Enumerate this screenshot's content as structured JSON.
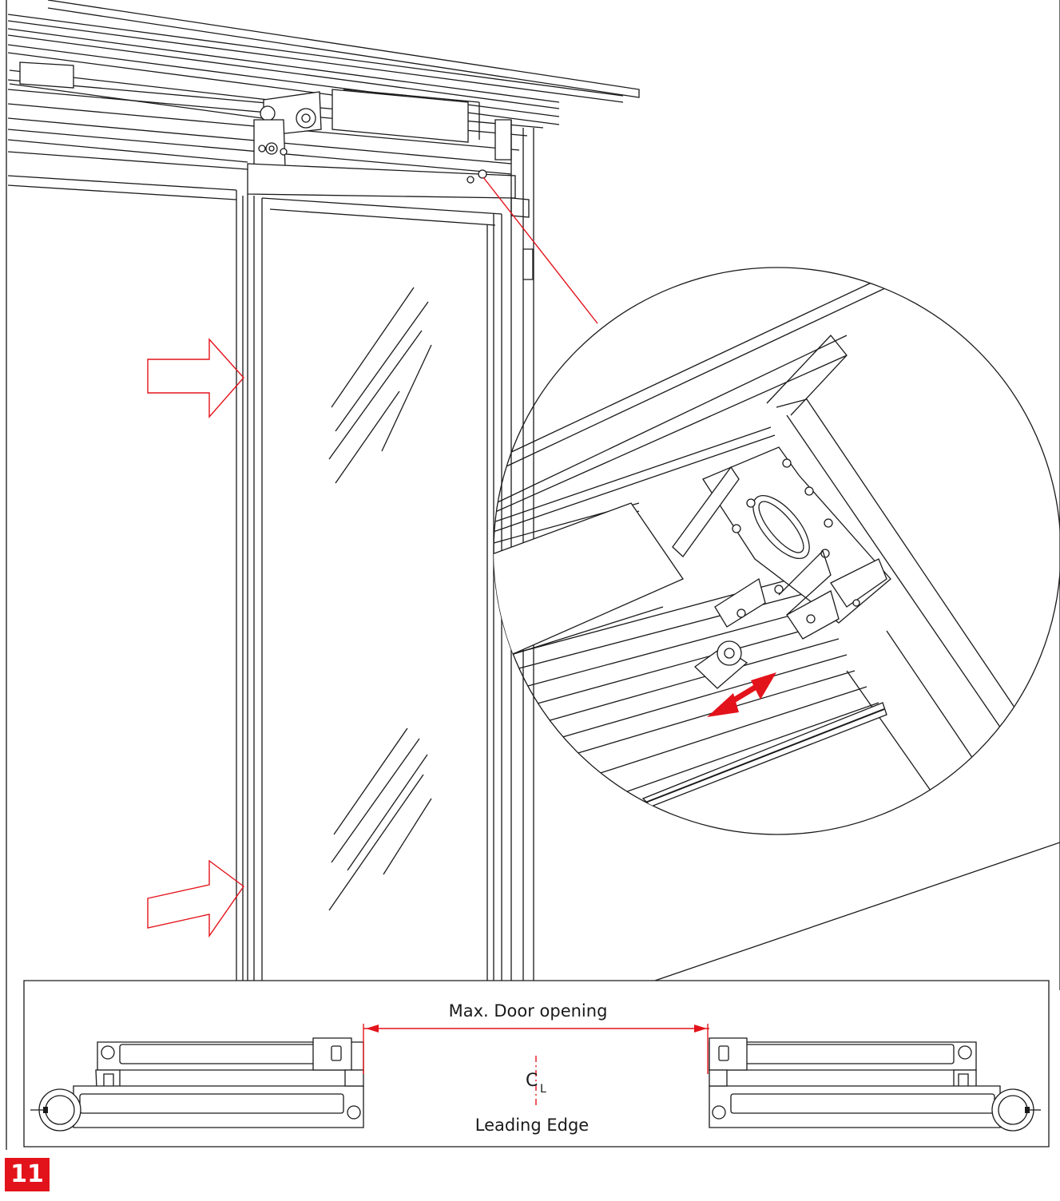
{
  "figure": {
    "number": "11"
  },
  "plan_view": {
    "dimension_label": "Max. Door opening",
    "centerline_symbol": "C",
    "centerline_subscript": "L",
    "edge_label": "Leading Edge"
  },
  "colors": {
    "accent": "#e3131b",
    "line": "#1a1a1a",
    "background": "#ffffff"
  },
  "callouts": {
    "push_arrows": 2,
    "adjustment_arrow": "double-headed"
  }
}
